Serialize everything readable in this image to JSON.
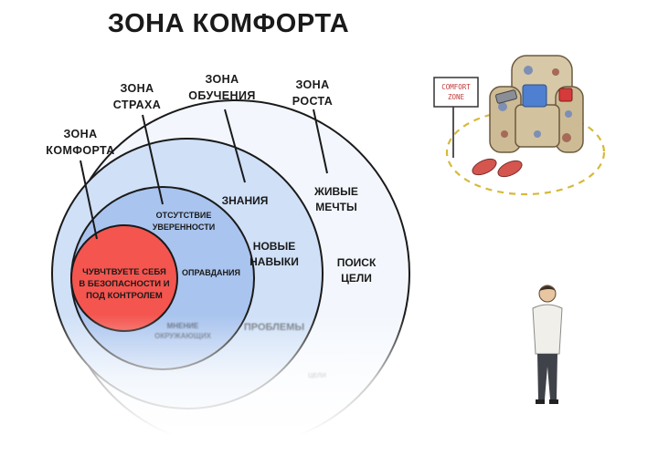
{
  "title": "ЗОНА КОМФОРТА",
  "zone_labels": {
    "comfort": "ЗОНА\nКОМФОРТА",
    "fear": "ЗОНА\nСТРАХА",
    "learning": "ЗОНА\nОБУЧЕНИЯ",
    "growth": "ЗОНА\nРОСТА"
  },
  "comfort_zone": {
    "text": "ЧУВЧТВУЕТЕ СЕБЯ\nВ БЕЗОПАСНОСТИ И\nПОД КОНТРОЛЕМ",
    "color": "#f4554f"
  },
  "fear_zone": {
    "items": [
      "ОТСУТСТВИЕ\nУВЕРЕННОСТИ",
      "ОПРАВДАНИЯ",
      "МНЕНИЕ\nОКРУЖАЮЩИХ"
    ],
    "color": "#a9c4ee"
  },
  "learning_zone": {
    "items": [
      "ЗНАНИЯ",
      "НОВЫЕ\nНАВЫКИ",
      "ПРОБЛЕМЫ"
    ],
    "color": "#cfe0f7"
  },
  "growth_zone": {
    "items": [
      "ЖИВЫЕ\nМЕЧТЫ",
      "ПОИСК\nЦЕЛИ",
      "ЦЕЛИ"
    ],
    "color": "#f3f7fd"
  },
  "sign": {
    "text": "COMFORT\nZONE"
  }
}
